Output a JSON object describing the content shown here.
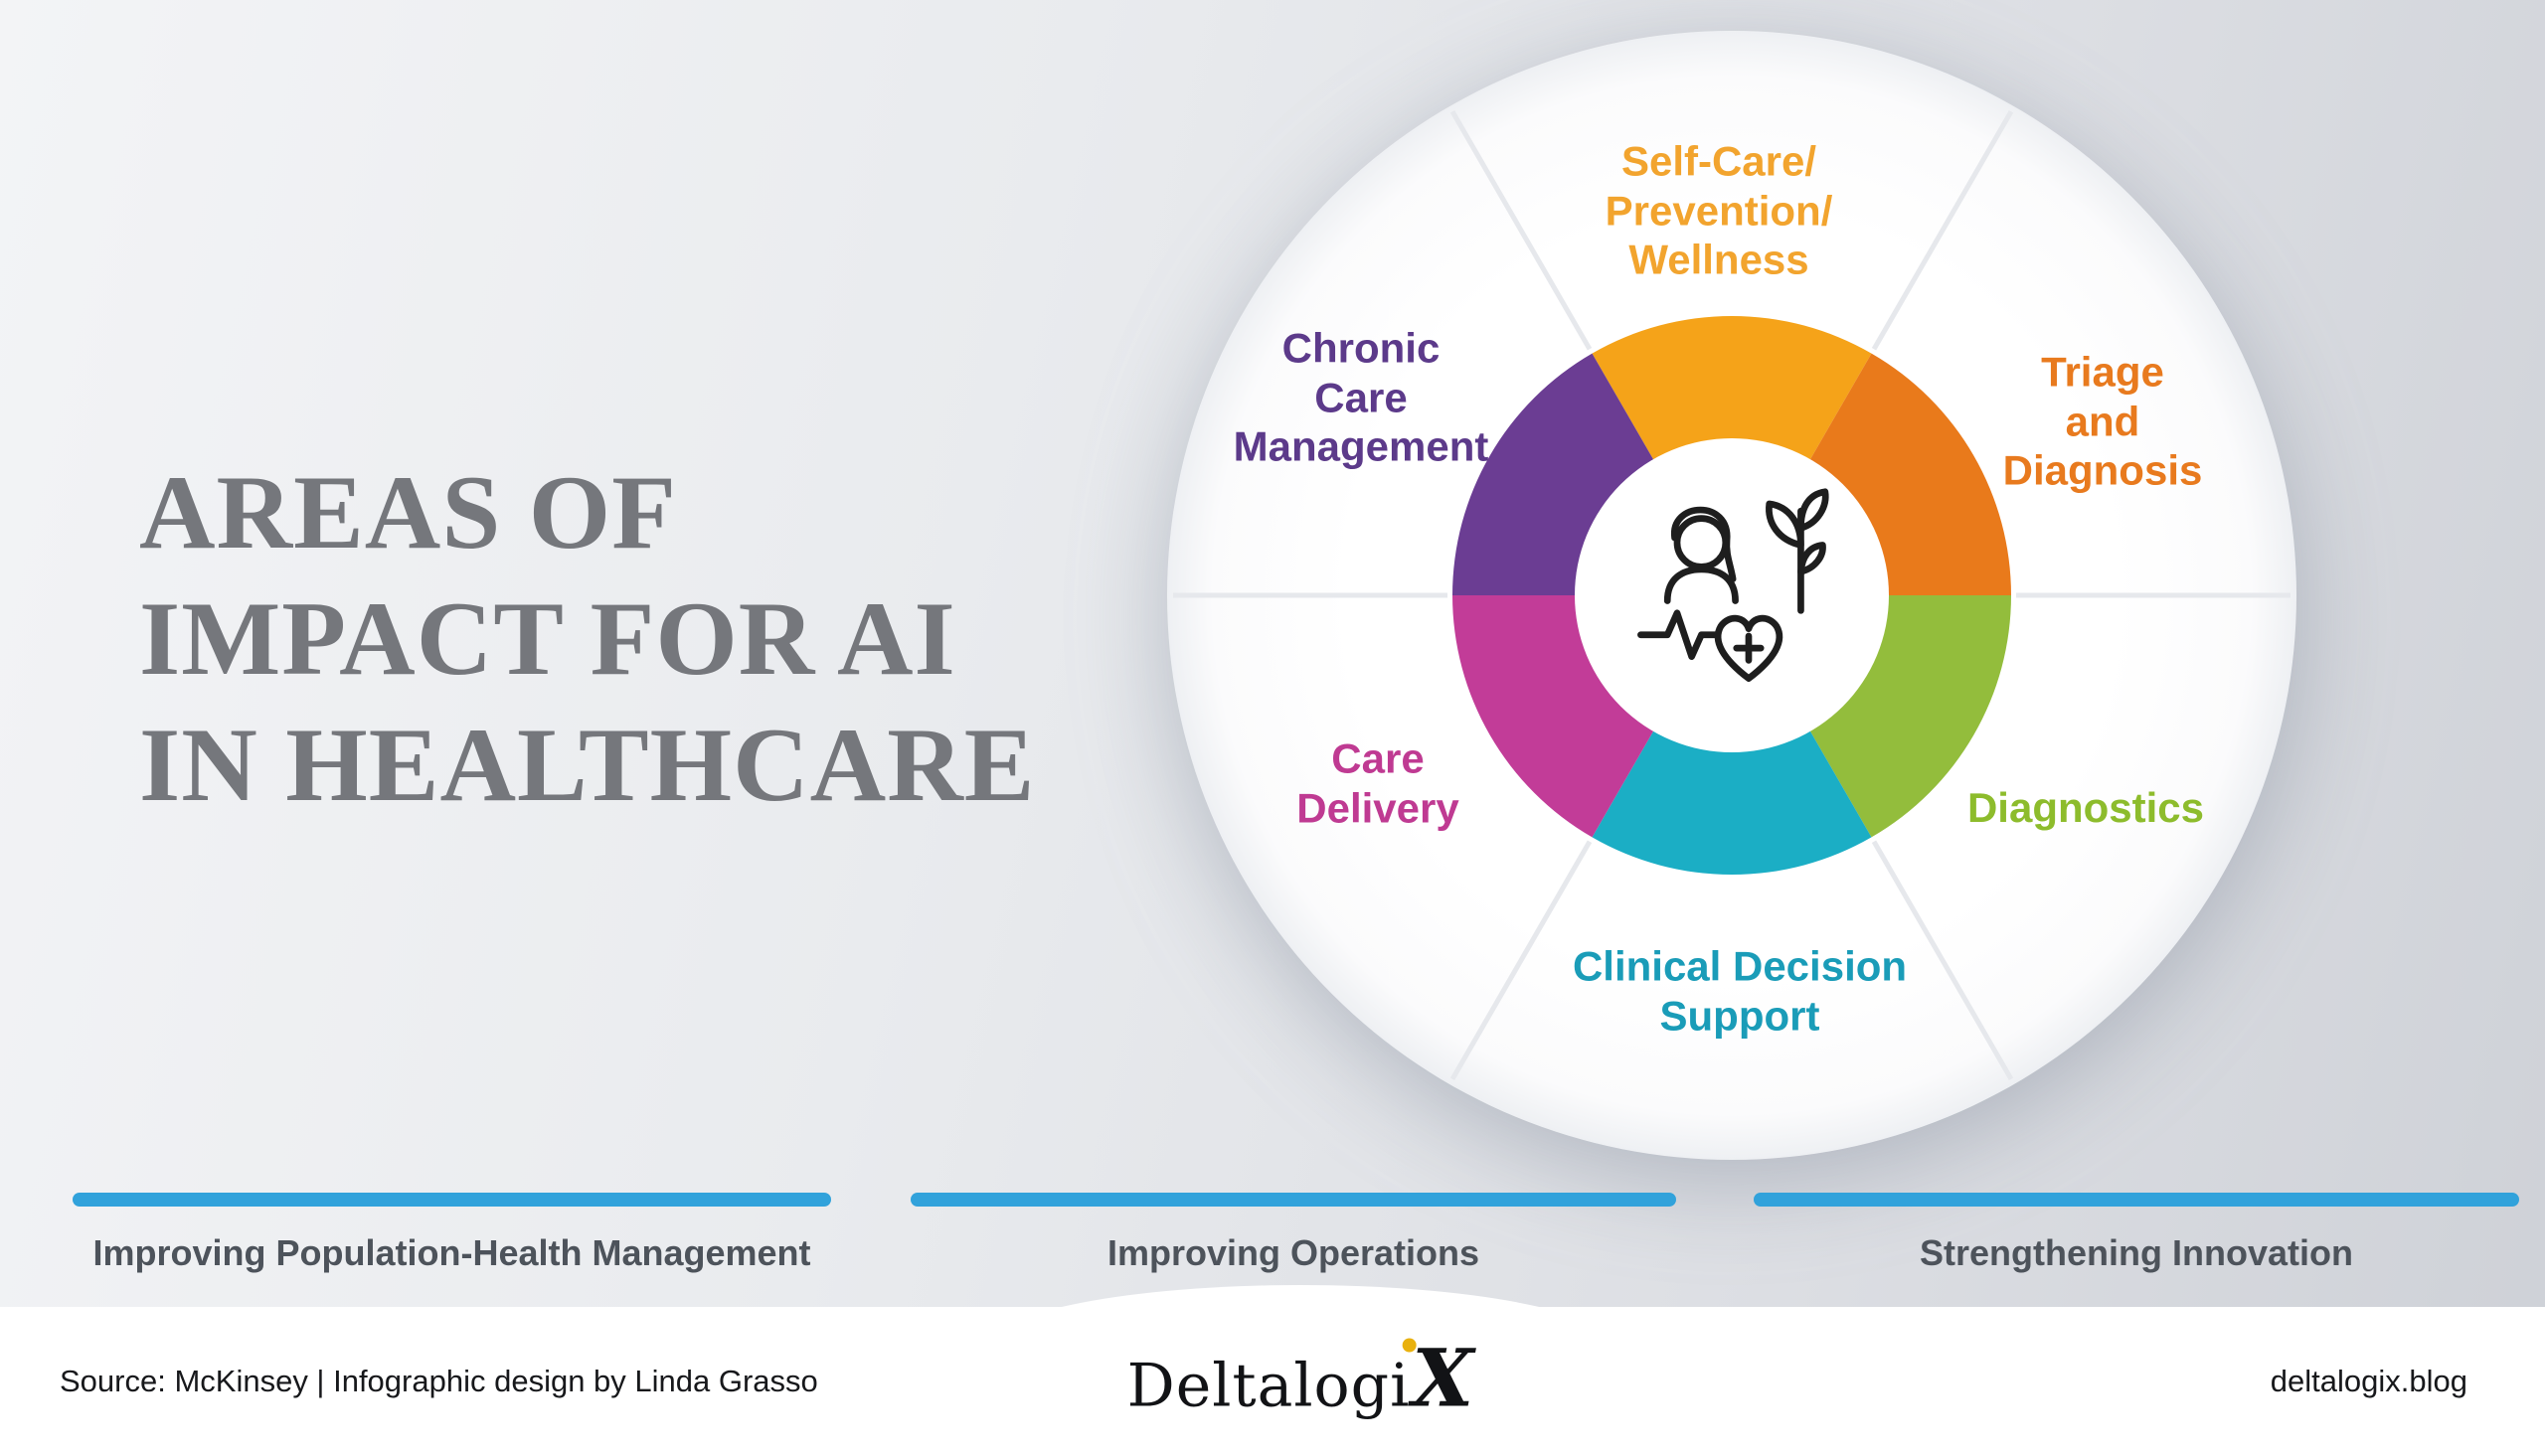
{
  "title": {
    "lines": [
      "AREAS OF",
      "IMPACT FOR AI",
      "IN HEALTHCARE"
    ]
  },
  "wheel": {
    "center_icon": "patient-wellness-icon",
    "segments": [
      {
        "id": "self-care",
        "label": "Self-Care/\nPrevention/\nWellness",
        "color": "#F5A319",
        "label_color": "#F2A42E"
      },
      {
        "id": "triage-and-diagnosis",
        "label": "Triage and\nDiagnosis",
        "color": "#E97A1B",
        "label_color": "#E87A1E"
      },
      {
        "id": "diagnostics",
        "label": "Diagnostics",
        "color": "#93BD3C",
        "label_color": "#8DBC2C"
      },
      {
        "id": "clinical-decision-support",
        "label": "Clinical Decision\nSupport",
        "color": "#1BAEC5",
        "label_color": "#1A9CB8"
      },
      {
        "id": "care-delivery",
        "label": "Care\nDelivery",
        "color": "#C23C98",
        "label_color": "#BF3A92"
      },
      {
        "id": "chronic-care-management",
        "label": "Chronic\nCare\nManagement",
        "color": "#6B3D93",
        "label_color": "#5C3A8A"
      }
    ]
  },
  "categories": [
    {
      "label": "Improving Population-Health Management",
      "bar_color": "#31A2DB"
    },
    {
      "label": "Improving Operations",
      "bar_color": "#31A2DB"
    },
    {
      "label": "Strengthening Innovation",
      "bar_color": "#31A2DB"
    }
  ],
  "footer": {
    "source": "Source: McKinsey | Infographic design by Linda Grasso",
    "logo_prefix": "Deltalogi",
    "logo_suffix": "X",
    "website": "deltalogix.blog"
  }
}
